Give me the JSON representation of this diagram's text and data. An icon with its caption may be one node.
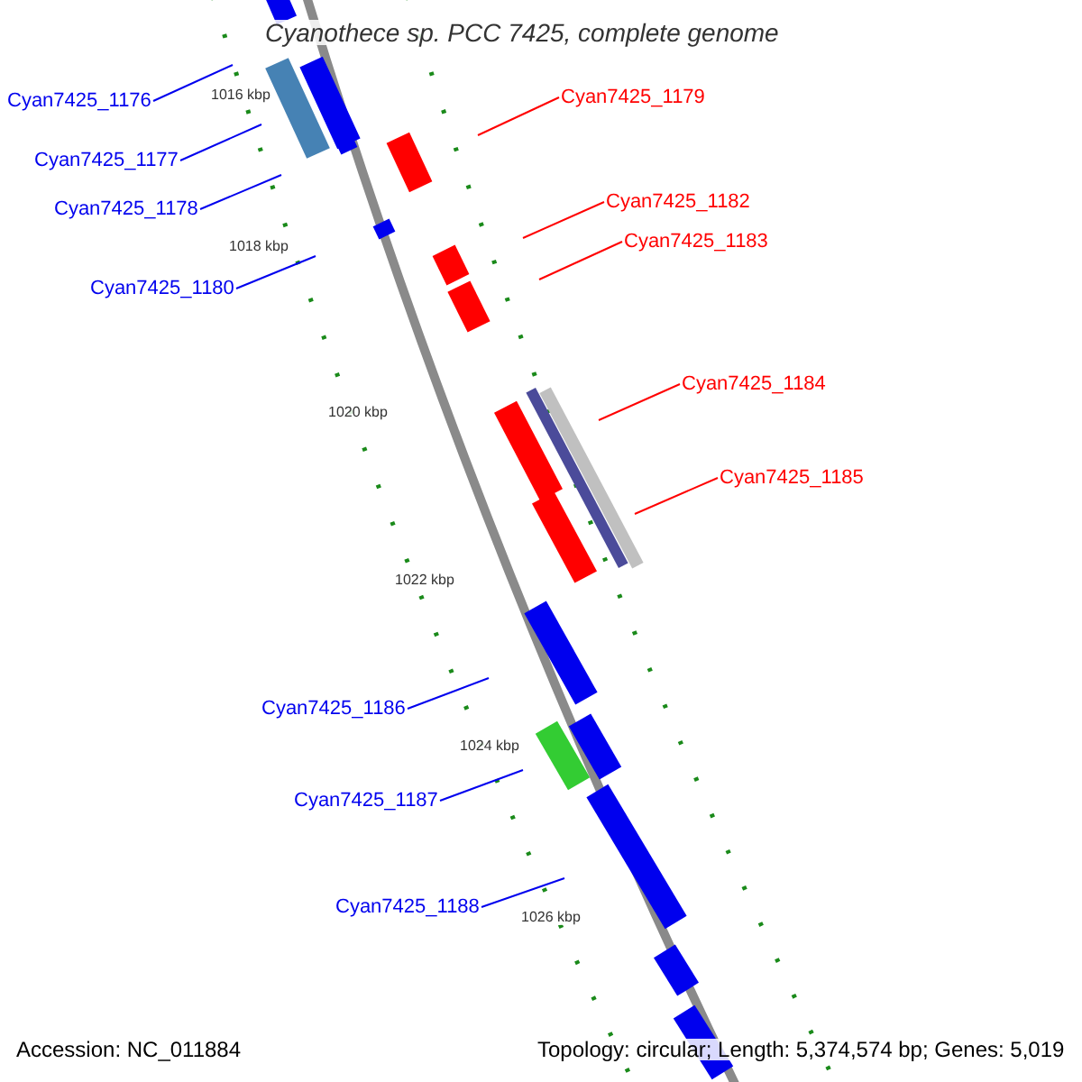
{
  "diagram": {
    "title": "Cyanothece sp. PCC 7425, complete genome",
    "nodes": [
      {
        "text": [
          "Cyan7425_1176"
        ]
      },
      {
        "text": [
          "Cyan7425_1177"
        ]
      },
      {
        "text": [
          "Cyan7425_1178"
        ]
      },
      {
        "text": [
          "Cyan7425_1180"
        ]
      },
      {
        "text": [
          "Cyan7425_1179"
        ]
      },
      {
        "text": [
          "Cyan7425_1182"
        ]
      },
      {
        "text": [
          "Cyan7425_1183"
        ]
      },
      {
        "text": [
          "Cyan7425_1184"
        ]
      },
      {
        "text": [
          "Cyan7425_1185"
        ]
      },
      {
        "text": [
          "Cyan7425_1186"
        ]
      },
      {
        "text": [
          "Cyan7425_1187"
        ]
      },
      {
        "text": [
          "Cyan7425_1188"
        ]
      }
    ],
    "edges": [
      {
        "from": 0,
        "to": null,
        "arrow": "none"
      },
      {
        "from": 1,
        "to": null,
        "arrow": "none"
      },
      {
        "from": 2,
        "to": null,
        "arrow": "none"
      },
      {
        "from": 3,
        "to": null,
        "arrow": "none"
      },
      {
        "from": 4,
        "to": null,
        "arrow": "none",
        "color": "#ff0000"
      },
      {
        "from": 5,
        "to": null,
        "arrow": "none",
        "color": "#ff0000"
      },
      {
        "from": 6,
        "to": null,
        "arrow": "none",
        "color": "#ff0000"
      },
      {
        "from": 7,
        "to": null,
        "arrow": "none",
        "color": "#ff0000"
      },
      {
        "from": 8,
        "to": null,
        "arrow": "none",
        "color": "#ff0000"
      },
      {
        "from": 9,
        "to": null,
        "arrow": "none"
      },
      {
        "from": 10,
        "to": null,
        "arrow": "none"
      },
      {
        "from": 11,
        "to": null,
        "arrow": "none"
      }
    ],
    "labels": [
      "1016 kbp",
      "1018 kbp",
      "1020 kbp",
      "1022 kbp",
      "1024 kbp",
      "1026 kbp",
      "Accession: NC_011884",
      "Topology: circular; Length: 5,374,574 bp; Genes: 5,019"
    ]
  }
}
